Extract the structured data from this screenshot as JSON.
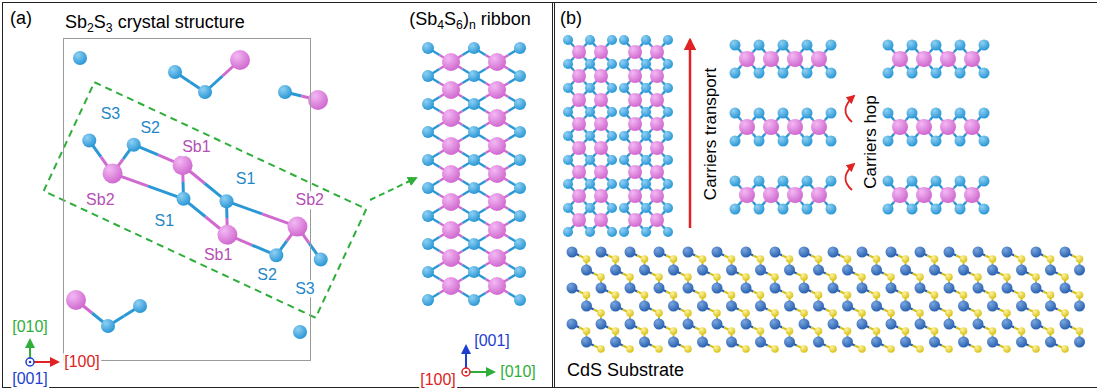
{
  "diagram": {
    "nodes": [
      {
        "text": [
          "(a)"
        ]
      },
      {
        "text": [
          "Sb2S3 crystal structure"
        ],
        "in": 0
      },
      {
        "text": [
          "(b)"
        ]
      },
      {
        "text": [
          "CdS Substrate"
        ],
        "in": 2
      }
    ],
    "labels": [
      "S3",
      "S2",
      "Sb1",
      "S1",
      "Sb2",
      "Sb2",
      "S1",
      "Sb1",
      "S2",
      "S3",
      "[010]",
      "[100]",
      "[001]",
      "(Sb4S6)n ribbon",
      "[001]",
      "[100]",
      "[010]",
      "Carriers transport",
      "Carriers hop"
    ]
  }
}
